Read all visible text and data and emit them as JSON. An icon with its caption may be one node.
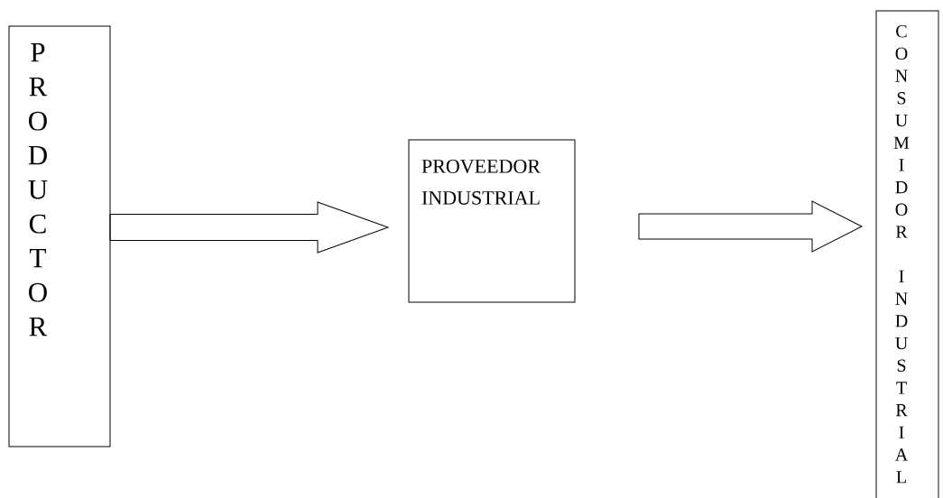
{
  "diagram": {
    "nodes": [
      {
        "text": [
          "PRODUCTOR"
        ]
      },
      {
        "text": [
          "PROVEEDOR INDUSTRIAL"
        ]
      },
      {
        "text": [
          "CONSUMIDOR INDUSTRIAL"
        ]
      }
    ],
    "edges": [
      {
        "from": 0,
        "to": 1,
        "arrow": "to"
      },
      {
        "from": 1,
        "to": 2,
        "arrow": "to"
      }
    ]
  }
}
